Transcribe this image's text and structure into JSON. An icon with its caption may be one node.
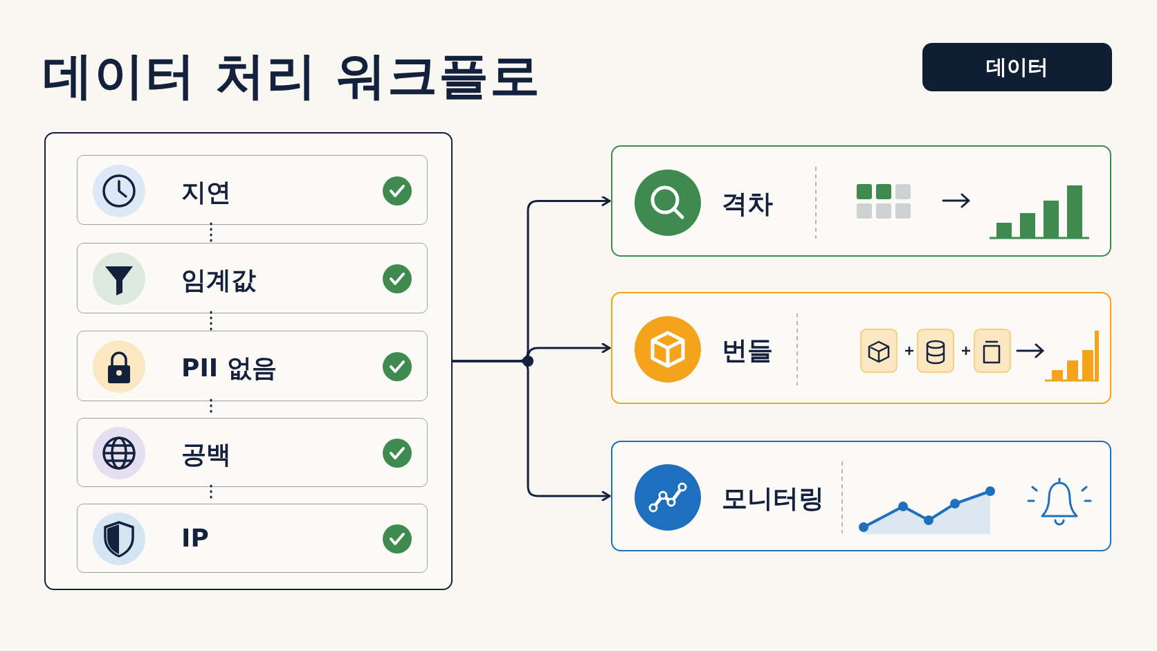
{
  "diagram": {
    "title": "데이터 처리 워크플로",
    "nodes": [
      {
        "text": [],
        "shape": "box"
      },
      {
        "text": [
          "지연"
        ],
        "in": 0
      },
      {
        "text": [
          "임계값"
        ],
        "in": 0
      },
      {
        "text": [
          "PII 없음"
        ],
        "in": 0
      },
      {
        "text": [
          "공백"
        ],
        "in": 0
      },
      {
        "text": [
          "IP"
        ],
        "in": 0
      },
      {
        "text": [
          "격차"
        ]
      },
      {
        "text": [
          "번들"
        ]
      },
      {
        "text": [
          "모니터링"
        ]
      }
    ],
    "edges": [
      {
        "from": 1,
        "to": 2,
        "arrow": "none",
        "style": "dashed"
      },
      {
        "from": 2,
        "to": 3,
        "arrow": "none",
        "style": "dashed"
      },
      {
        "from": 3,
        "to": 4,
        "arrow": "none",
        "style": "dashed"
      },
      {
        "from": 4,
        "to": 5,
        "arrow": "none",
        "style": "dashed"
      },
      {
        "from": 0,
        "to": 6,
        "arrow": "to"
      },
      {
        "from": 0,
        "to": 7,
        "arrow": "to"
      },
      {
        "from": 0,
        "to": 8,
        "arrow": "to"
      }
    ],
    "labels": [
      "데이터"
    ]
  }
}
